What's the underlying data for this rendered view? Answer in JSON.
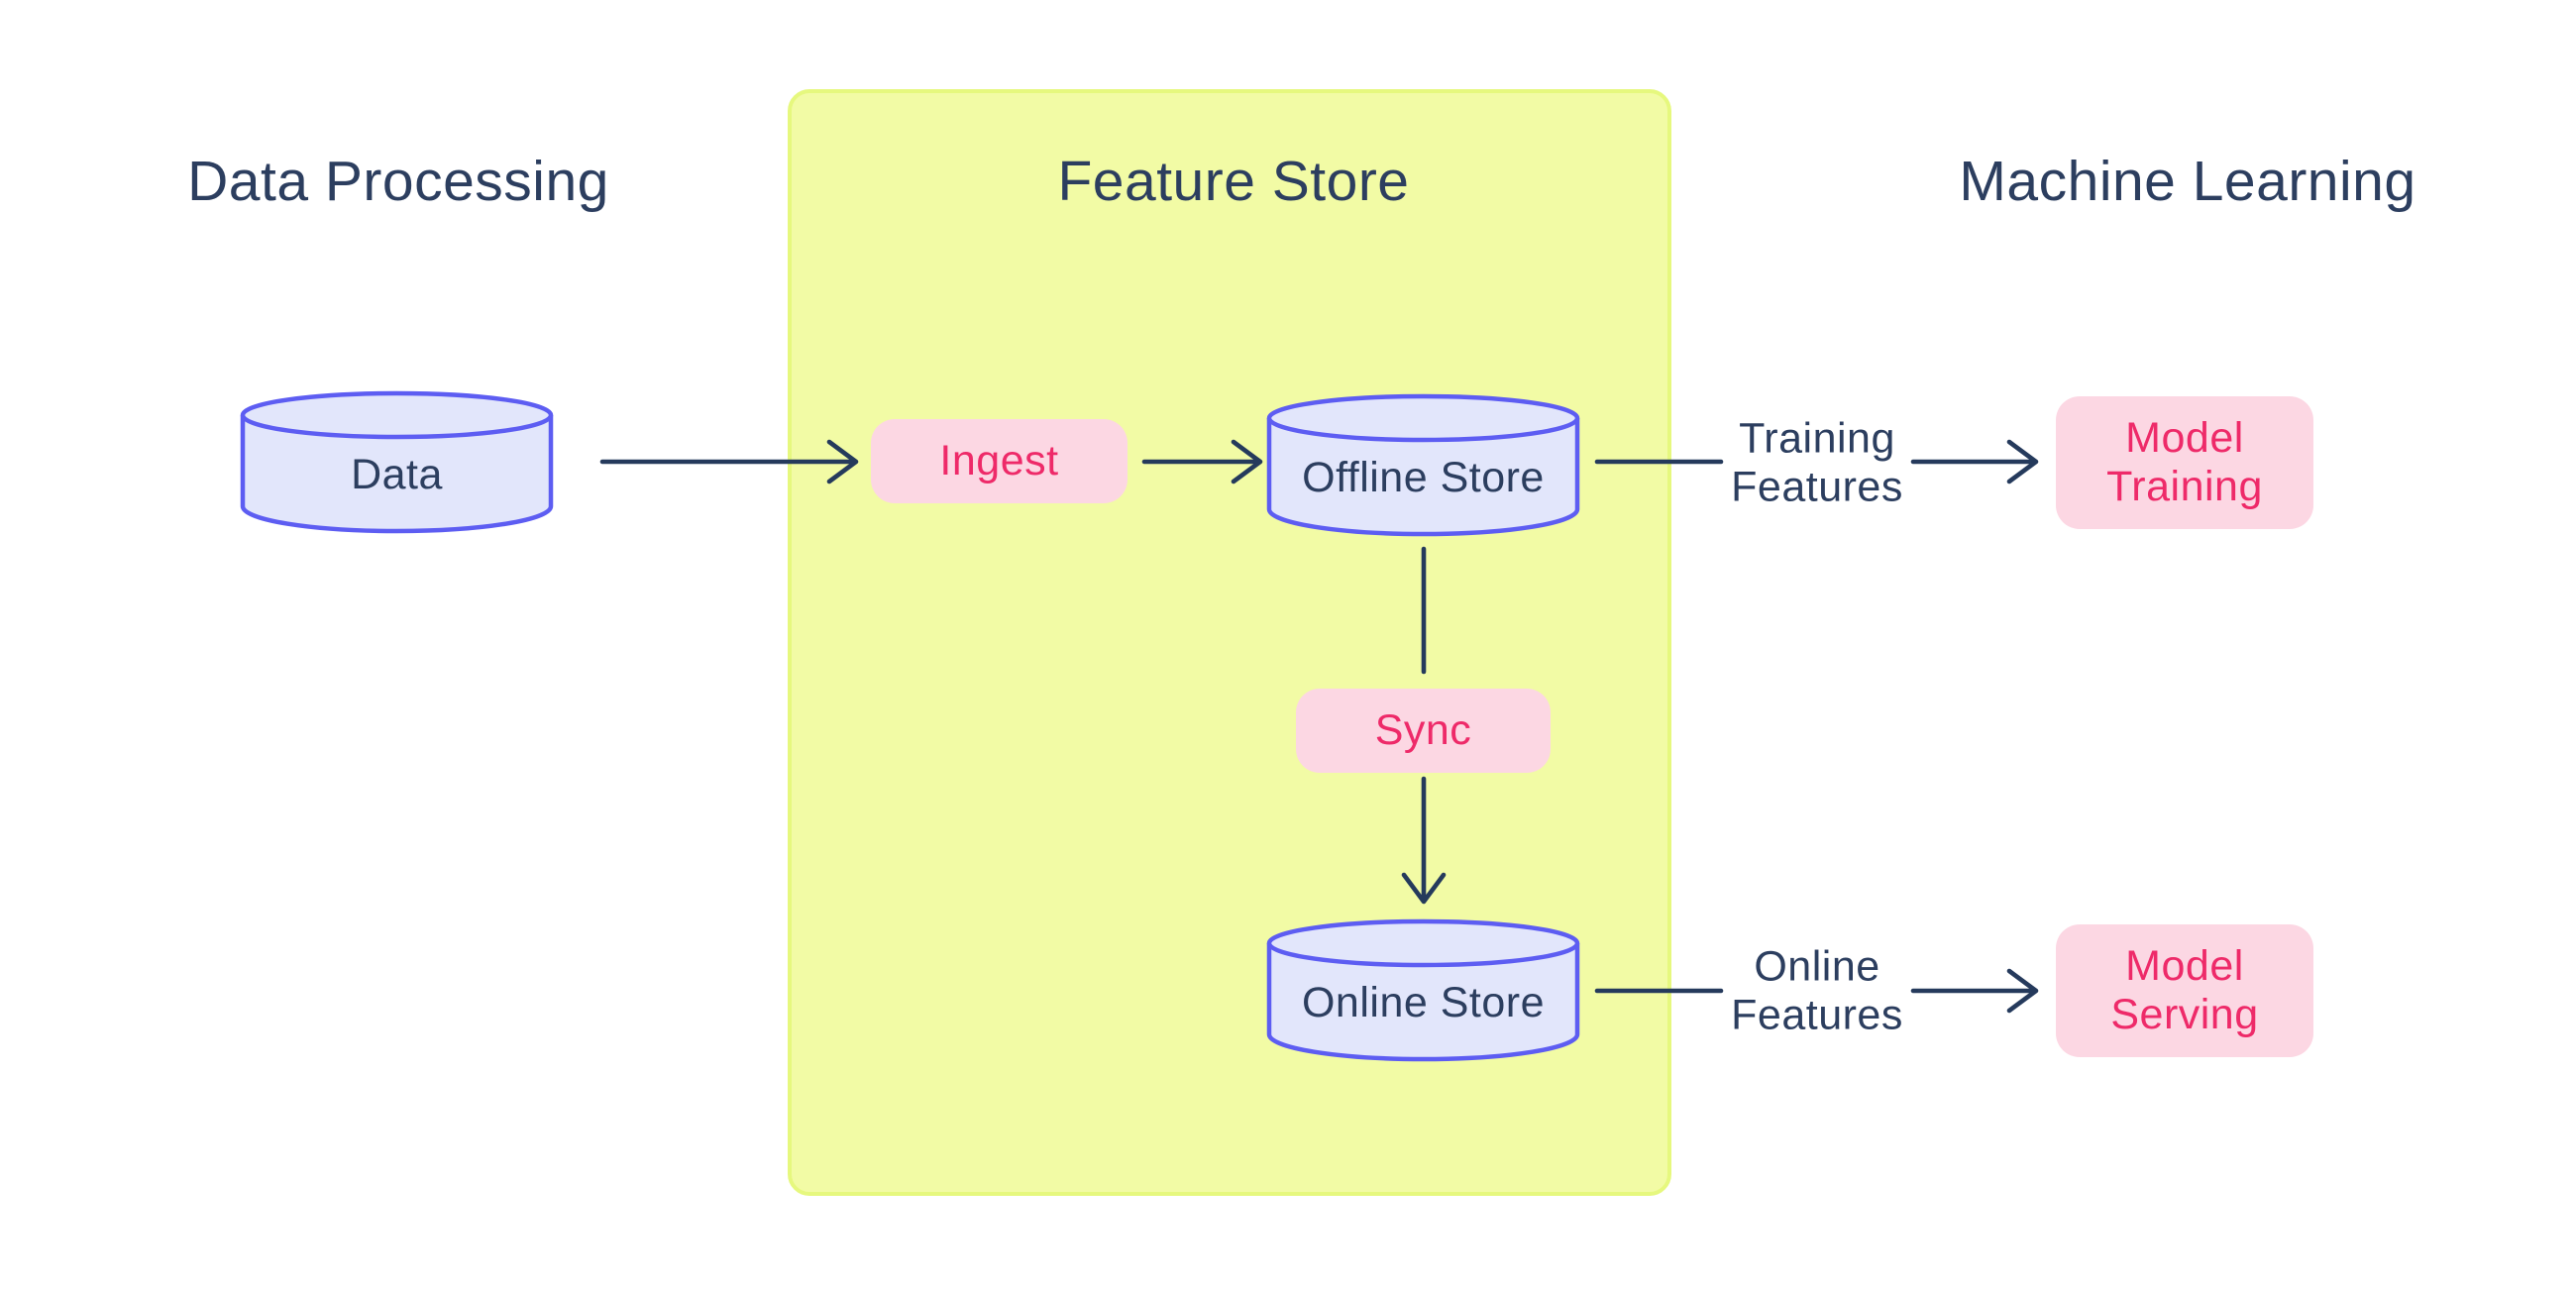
{
  "colors": {
    "navy": "#2c3e5f",
    "arrow": "#253a5c",
    "panel_fill": "#f2fba5",
    "panel_border": "#e6f87e",
    "cylinder_fill": "#e2e6fb",
    "cylinder_stroke": "#5d5df2",
    "pink_fill": "#fcd7e3",
    "pink_text": "#ee2a69",
    "bg": "#ffffff"
  },
  "sections": {
    "data_processing": {
      "title": "Data Processing"
    },
    "feature_store": {
      "title": "Feature Store"
    },
    "machine_learning": {
      "title": "Machine Learning"
    }
  },
  "nodes": {
    "data": {
      "label": "Data",
      "shape": "cylinder"
    },
    "ingest": {
      "label": "Ingest",
      "shape": "pill"
    },
    "offline_store": {
      "label": "Offline Store",
      "shape": "cylinder"
    },
    "sync": {
      "label": "Sync",
      "shape": "pill"
    },
    "online_store": {
      "label": "Online Store",
      "shape": "cylinder"
    },
    "model_training": {
      "label": "Model\nTraining",
      "shape": "box"
    },
    "model_serving": {
      "label": "Model\nServing",
      "shape": "box"
    }
  },
  "edge_labels": {
    "training_features": "Training\nFeatures",
    "online_features": "Online\nFeatures"
  },
  "edges": [
    {
      "from": "data",
      "to": "ingest"
    },
    {
      "from": "ingest",
      "to": "offline_store"
    },
    {
      "from": "offline_store",
      "to": "model_training",
      "label": "Training\nFeatures"
    },
    {
      "from": "offline_store",
      "to": "sync"
    },
    {
      "from": "sync",
      "to": "online_store"
    },
    {
      "from": "online_store",
      "to": "model_serving",
      "label": "Online\nFeatures"
    }
  ]
}
